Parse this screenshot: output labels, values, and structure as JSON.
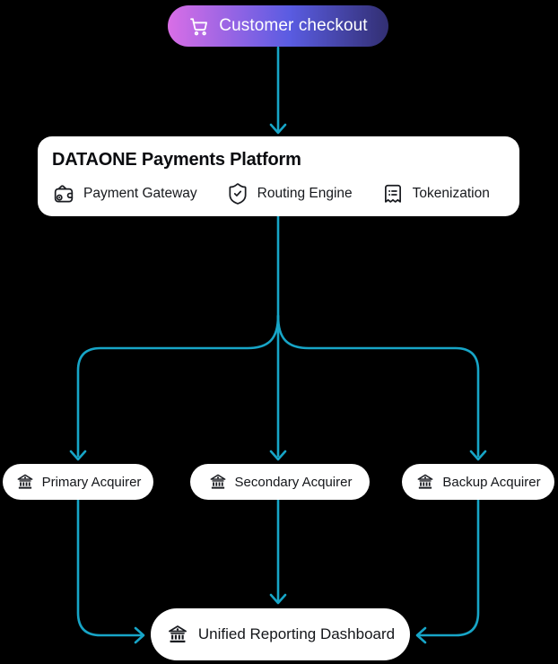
{
  "checkout": {
    "label": "Customer checkout",
    "icon": "shopping-cart-icon"
  },
  "platform": {
    "title": "DATAONE Payments Platform",
    "features": [
      {
        "icon": "wallet-icon",
        "label": "Payment Gateway"
      },
      {
        "icon": "shield-check-icon",
        "label": "Routing Engine"
      },
      {
        "icon": "receipt-icon",
        "label": "Tokenization"
      }
    ]
  },
  "acquirers": [
    {
      "icon": "bank-icon",
      "label": "Primary Acquirer"
    },
    {
      "icon": "bank-icon",
      "label": "Secondary Acquirer"
    },
    {
      "icon": "bank-icon",
      "label": "Backup Acquirer"
    }
  ],
  "dashboard": {
    "icon": "bank-icon",
    "label": "Unified Reporting Dashboard"
  },
  "colors": {
    "background": "#000000",
    "connector": "#17a5c7",
    "node_background": "#ffffff",
    "node_text": "#14161a",
    "checkout_gradient_start": "#d96ee6",
    "checkout_gradient_mid": "#5a5ce2",
    "checkout_gradient_end": "#322f72",
    "checkout_text": "#ffffff"
  }
}
